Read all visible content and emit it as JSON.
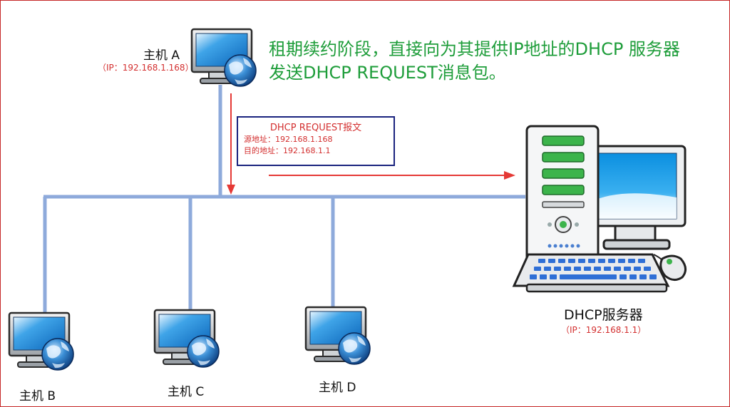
{
  "title_line1": "租期续约阶段，直接向为其提供IP地址的DHCP 服务器",
  "title_line2": "发送DHCP REQUEST消息包。",
  "packet": {
    "title": "DHCP REQUEST报文",
    "source": "源地址：192.168.1.168",
    "destination": "目的地址：192.168.1.1"
  },
  "hosts": {
    "a": {
      "label": "主机 A",
      "ip": "（IP：192.168.1.168）"
    },
    "b": {
      "label": "主机 B"
    },
    "c": {
      "label": "主机 C"
    },
    "d": {
      "label": "主机 D"
    }
  },
  "server": {
    "label": "DHCP服务器",
    "ip": "（IP：192.168.1.1）"
  },
  "colors": {
    "bus": "#8eaadb",
    "arrow": "#e53935",
    "title": "#1e9d3a",
    "ip": "#d32f2f",
    "box_border": "#1a237e",
    "frame": "#c62828"
  }
}
